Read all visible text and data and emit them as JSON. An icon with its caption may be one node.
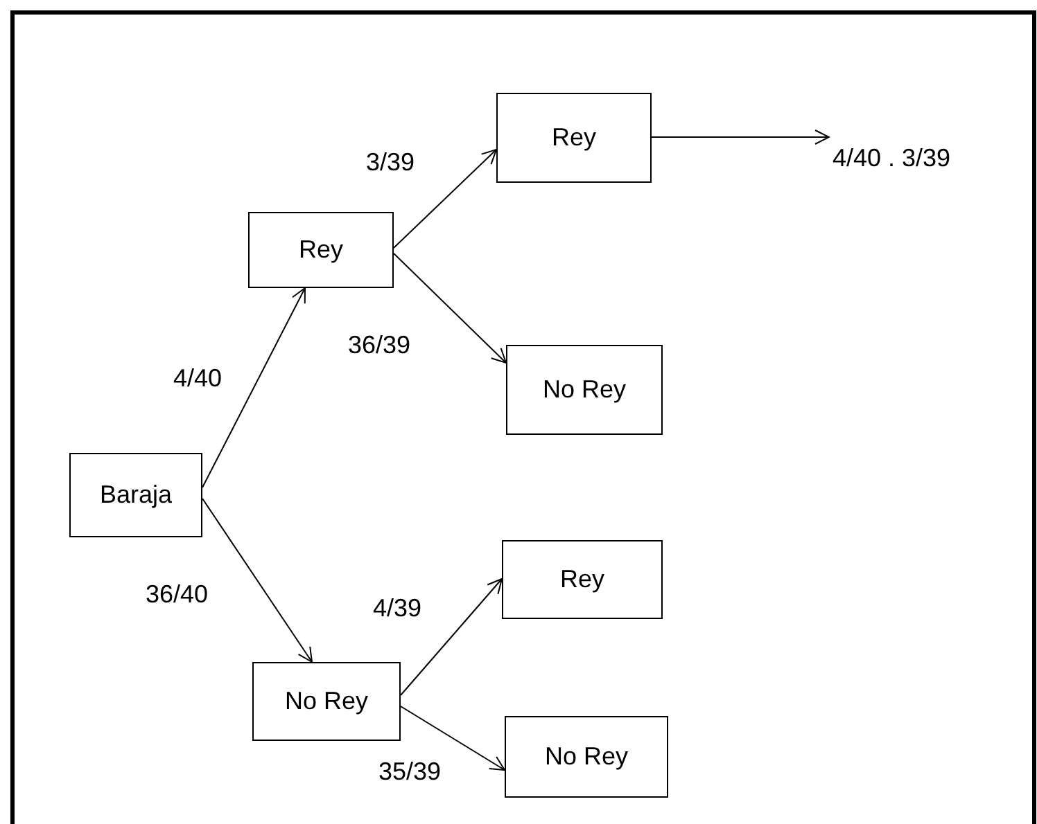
{
  "diagram": {
    "nodes": [
      {
        "text": [
          "Baraja"
        ]
      },
      {
        "text": [
          "Rey"
        ]
      },
      {
        "text": [
          "Rey"
        ]
      },
      {
        "text": [
          "No Rey"
        ]
      },
      {
        "text": [
          "No Rey"
        ]
      },
      {
        "text": [
          "Rey"
        ]
      },
      {
        "text": [
          "No Rey"
        ]
      },
      {
        "text": [
          "4/40 . 3/39"
        ]
      }
    ],
    "edges": [
      {
        "from": 0,
        "to": 1,
        "arrow": "to",
        "label": "4/40"
      },
      {
        "from": 0,
        "to": 4,
        "arrow": "to",
        "label": "36/40"
      },
      {
        "from": 1,
        "to": 2,
        "arrow": "to",
        "label": "3/39"
      },
      {
        "from": 1,
        "to": 3,
        "arrow": "to",
        "label": "36/39"
      },
      {
        "from": 4,
        "to": 5,
        "arrow": "to",
        "label": "4/39"
      },
      {
        "from": 4,
        "to": 6,
        "arrow": "to",
        "label": "35/39"
      },
      {
        "from": 2,
        "to": 7,
        "arrow": "to"
      }
    ]
  }
}
